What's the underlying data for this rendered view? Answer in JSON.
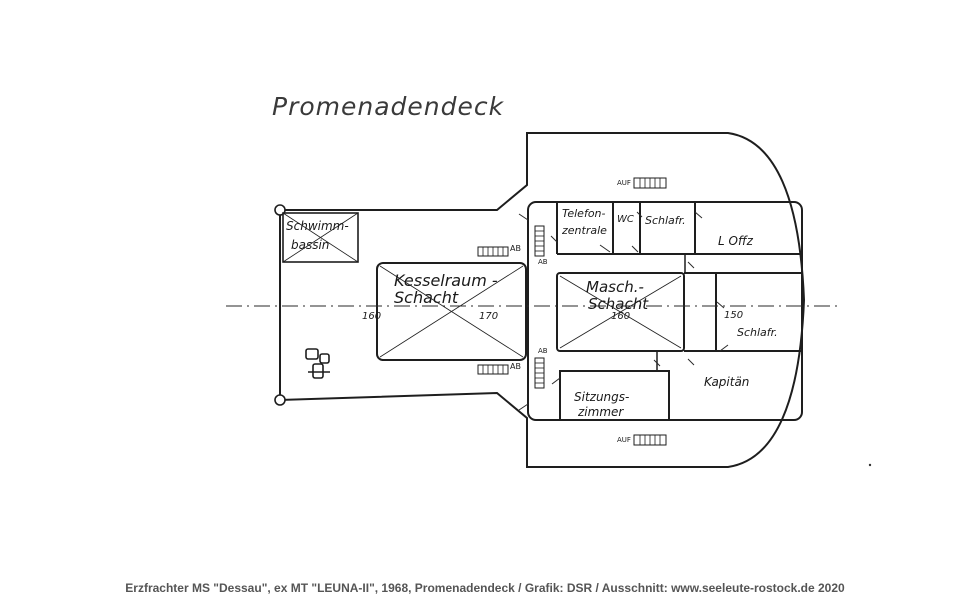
{
  "title": "Promenadendeck",
  "rooms": {
    "schwimmbassin_1": "Schwimm-",
    "schwimmbassin_2": "bassin",
    "kesselraum_1": "Kesselraum -",
    "kesselraum_2": "Schacht",
    "telefonzentrale_1": "Telefon-",
    "telefonzentrale_2": "zentrale",
    "wc": "WC",
    "schlafraum_upper": "Schlafr.",
    "offizier": "L Offz",
    "maschinen_1": "Masch.-",
    "maschinen_2": "Schacht",
    "schlafraum_lower": "Schlafr.",
    "kapitaen": "Kapitän",
    "sitzungszimmer_1": "Sitzungs-",
    "sitzungszimmer_2": "zimmer"
  },
  "frames": {
    "f160_aft": "160",
    "f170": "170",
    "f160_mid": "160",
    "f150": "150"
  },
  "stairs": {
    "aft_top_label": "AB",
    "aft_bottom_label": "AB",
    "mid_top_label": "AB",
    "mid_bottom_label": "AB",
    "fwd_top_label": "AUF",
    "fwd_bottom_label": "AUF"
  },
  "caption": "Erzfrachter MS \"Dessau\", ex MT \"LEUNA-II\", 1968, Promenadendeck / Grafik: DSR / Ausschnitt: www.seeleute-rostock.de 2020"
}
